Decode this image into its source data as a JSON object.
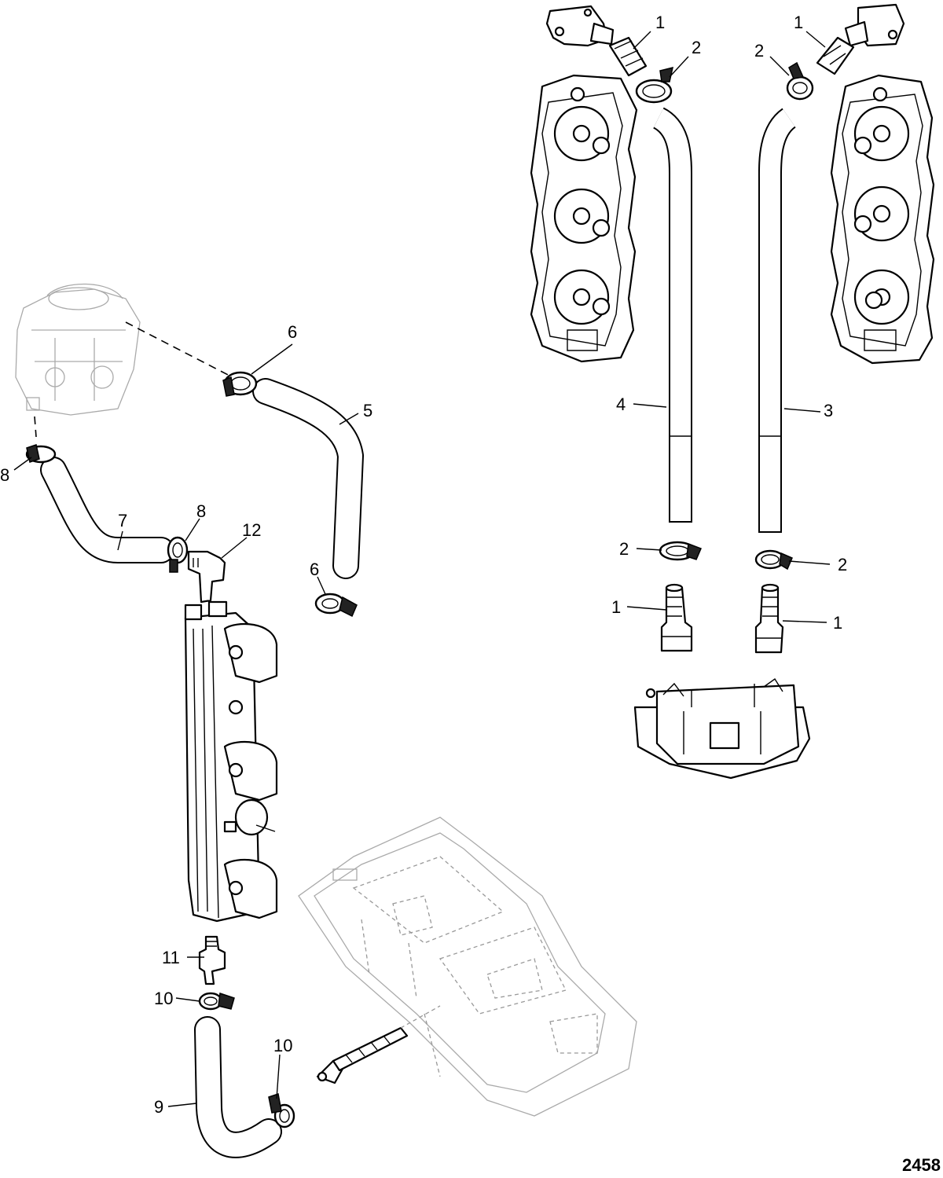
{
  "figure_number": "2458",
  "callouts": [
    {
      "id": "c1a",
      "text": "1"
    },
    {
      "id": "c2a",
      "text": "2"
    },
    {
      "id": "c1b",
      "text": "1"
    },
    {
      "id": "c2b",
      "text": "2"
    },
    {
      "id": "c6a",
      "text": "6"
    },
    {
      "id": "c5",
      "text": "5"
    },
    {
      "id": "c4",
      "text": "4"
    },
    {
      "id": "c3",
      "text": "3"
    },
    {
      "id": "c8a",
      "text": "8"
    },
    {
      "id": "c7",
      "text": "7"
    },
    {
      "id": "c8b",
      "text": "8"
    },
    {
      "id": "c12",
      "text": "12"
    },
    {
      "id": "c6b",
      "text": "6"
    },
    {
      "id": "c2c",
      "text": "2"
    },
    {
      "id": "c2d",
      "text": "2"
    },
    {
      "id": "c1c",
      "text": "1"
    },
    {
      "id": "c1d",
      "text": "1"
    },
    {
      "id": "c11",
      "text": "11"
    },
    {
      "id": "c10a",
      "text": "10"
    },
    {
      "id": "c10b",
      "text": "10"
    },
    {
      "id": "c9",
      "text": "9"
    }
  ]
}
